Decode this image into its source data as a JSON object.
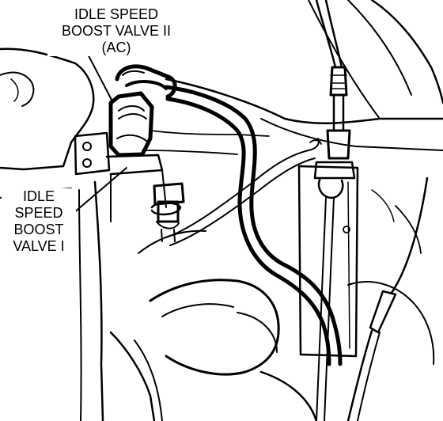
{
  "figure": {
    "callouts": [
      {
        "id": "idle-speed-boost-valve-ii",
        "lines": [
          "IDLE SPEED",
          "BOOST VALVE II",
          "(AC)"
        ]
      },
      {
        "id": "idle-speed-boost-valve-i",
        "lines": [
          "IDLE",
          "SPEED",
          "BOOST",
          "VALVE I"
        ]
      }
    ]
  },
  "colors": {
    "ink": "#000000",
    "paper": "#ffffff"
  }
}
